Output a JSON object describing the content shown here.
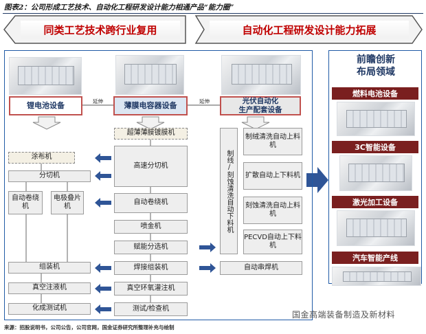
{
  "title": "图表2：公司形成工艺技术、自动化工程研发设计能力相通产品“能力圈”",
  "banners": {
    "left": "同类工艺技术跨行业复用",
    "right": "自动化工程研发设计能力拓展"
  },
  "extend_label": "延伸",
  "columns": {
    "lithium": {
      "header": "锂电池设备",
      "items": [
        "涂布机",
        "分切机",
        "自动卷绕机",
        "电极叠片机",
        "组装机",
        "真空注液机",
        "化成测试机"
      ]
    },
    "film": {
      "header": "薄膜电容器设备",
      "items": [
        "超薄薄膜镀膜机",
        "高速分切机",
        "自动卷绕机",
        "喷金机",
        "赋能分选机",
        "焊接组装机",
        "真空环氧灌注机",
        "测试/检查机"
      ]
    },
    "pv": {
      "header": "光伏自动化\n生产配套设备",
      "vertical": "制线/刻蚀清洗自动下料机",
      "items": [
        "制绒清洗自动上料机",
        "扩散自动上下料机",
        "刻蚀清洗自动上料机",
        "PECVD自动上下料机",
        "自动串焊机"
      ]
    }
  },
  "future": {
    "header": "前瞻创新\n布局领域",
    "items": [
      "燃料电池设备",
      "3C智能设备",
      "激光加工设备",
      "汽车智能产线"
    ]
  },
  "source": "来源：招股说明书，公司公告，公司官网，国金证券研究所整理补充与绘制",
  "watermark": "国金高端装备制造及新材料",
  "colors": {
    "accent_red": "#c00000",
    "frame_blue": "#1f5aa6",
    "arrow_blue": "#2f5597",
    "header_red": "#c0504d"
  }
}
